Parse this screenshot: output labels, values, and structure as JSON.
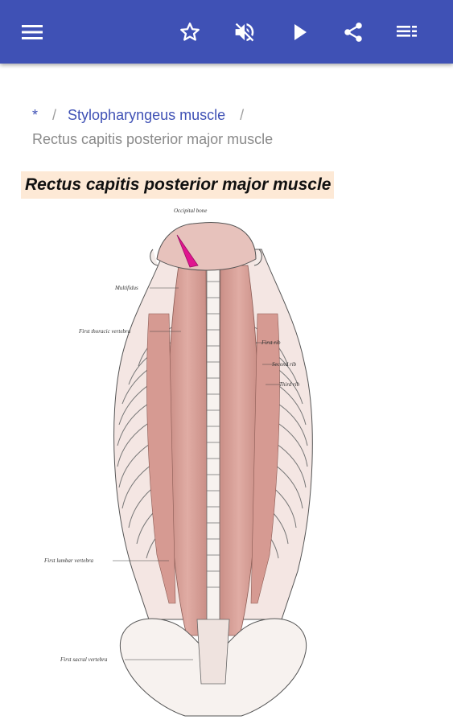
{
  "appbar": {
    "background": "#3f51b5",
    "icons": [
      "menu-icon",
      "star-icon",
      "volume-off-icon",
      "play-icon",
      "share-icon",
      "playlist-icon"
    ]
  },
  "breadcrumb": {
    "root": "*",
    "separator": "/",
    "parent": "Stylopharyngeus muscle",
    "current": "Rectus capitis posterior major muscle"
  },
  "article": {
    "title": "Rectus capitis posterior major muscle",
    "title_highlight": "#fde9d6"
  },
  "figure": {
    "labels": {
      "occipital": "Occipital bone",
      "multifidus": "Multifidus",
      "first_thoracic": "First thoracic vertebra",
      "first_rib": "First rib",
      "second_rib": "Second rib",
      "third_rib": "Third rib",
      "first_lumbar": "First lumbar vertebra",
      "first_sacral": "First sacral vertebra"
    },
    "highlight_color": "#e0158f",
    "muscle_color": "#d9a49c"
  }
}
